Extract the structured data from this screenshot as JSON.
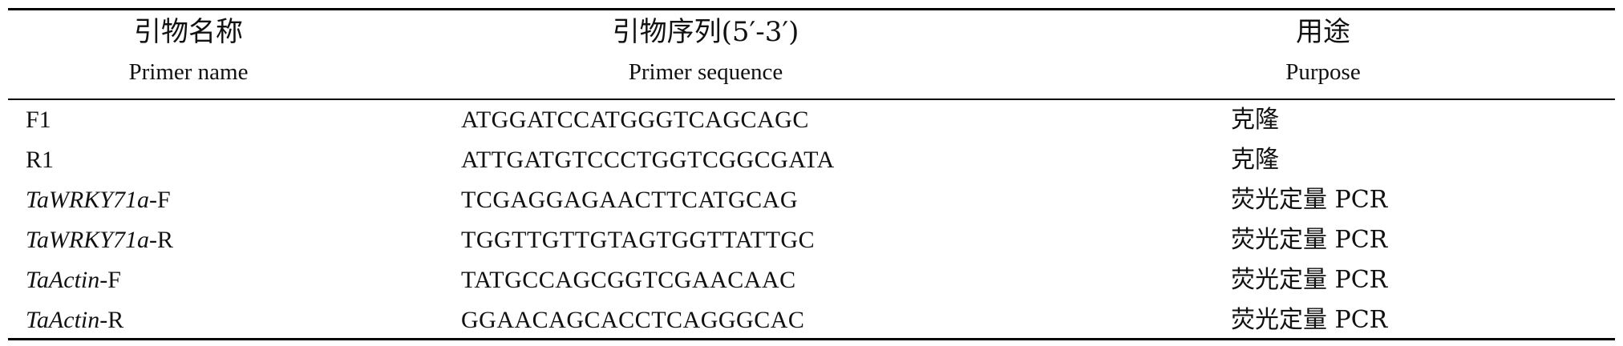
{
  "header": {
    "col1_zh": "引物名称",
    "col1_en": "Primer name",
    "col2_zh": "引物序列(5′-3′)",
    "col2_en": "Primer sequence",
    "col3_zh": "用途",
    "col3_en": "Purpose"
  },
  "rows": [
    {
      "name_italic": "",
      "name_suffix": "F1",
      "sequence": "ATGGATCCATGGGTCAGCAGC",
      "purpose": "克隆"
    },
    {
      "name_italic": "",
      "name_suffix": "R1",
      "sequence": "ATTGATGTCCCTGGTCGGCGATA",
      "purpose": "克隆"
    },
    {
      "name_italic": "TaWRKY71a",
      "name_suffix": "-F",
      "sequence": "TCGAGGAGAACTTCATGCAG",
      "purpose": "荧光定量 PCR"
    },
    {
      "name_italic": "TaWRKY71a",
      "name_suffix": "-R",
      "sequence": "TGGTTGTTGTAGTGGTTATTGC",
      "purpose": "荧光定量 PCR"
    },
    {
      "name_italic": "TaActin",
      "name_suffix": "-F",
      "sequence": "TATGCCAGCGGTCGAACAAC",
      "purpose": "荧光定量 PCR"
    },
    {
      "name_italic": "TaActin",
      "name_suffix": "-R",
      "sequence": "GGAACAGCACCTCAGGGCAC",
      "purpose": "荧光定量 PCR"
    }
  ]
}
